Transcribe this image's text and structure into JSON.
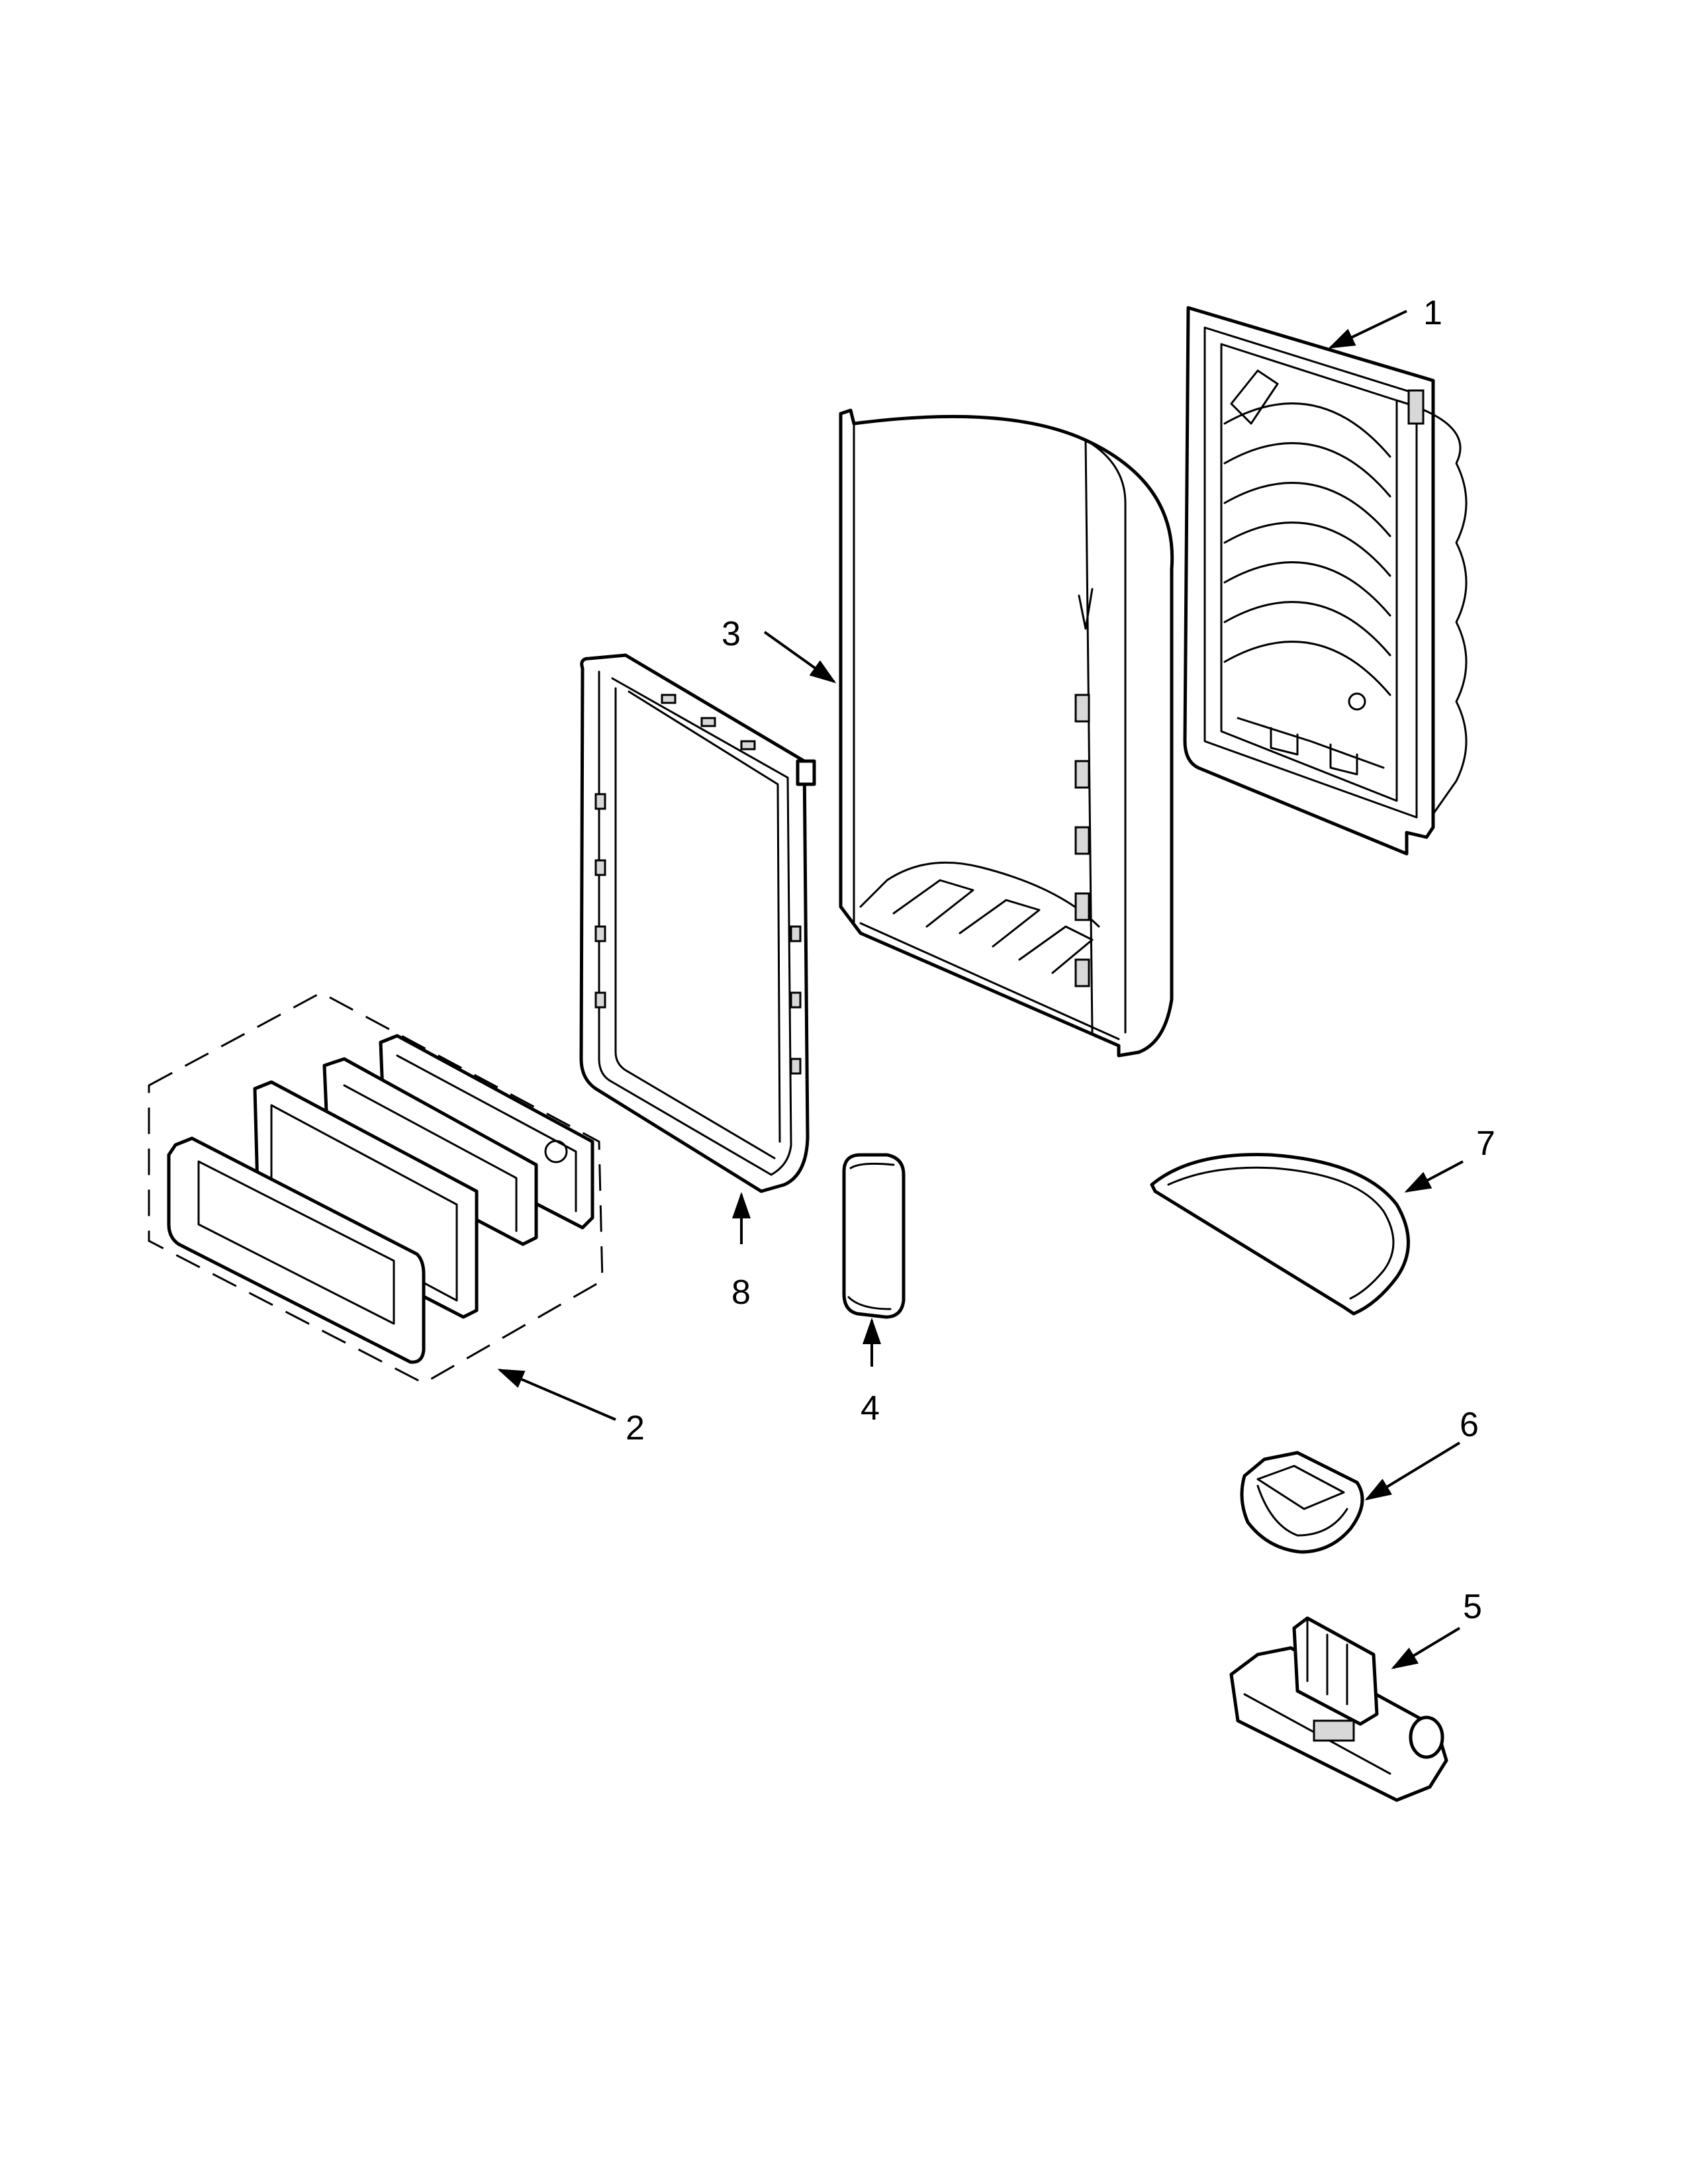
{
  "diagram": {
    "callouts": [
      {
        "id": "1",
        "label": "1",
        "part": "dispenser-housing"
      },
      {
        "id": "2",
        "label": "2",
        "part": "control-panel-assembly"
      },
      {
        "id": "3",
        "label": "3",
        "part": "dispenser-cavity-liner"
      },
      {
        "id": "4",
        "label": "4",
        "part": "paddle-cover"
      },
      {
        "id": "5",
        "label": "5",
        "part": "ice-chute-door-assembly"
      },
      {
        "id": "6",
        "label": "6",
        "part": "ice-chute-funnel"
      },
      {
        "id": "7",
        "label": "7",
        "part": "drip-tray"
      },
      {
        "id": "8",
        "label": "8",
        "part": "dispenser-bezel-frame"
      }
    ]
  }
}
